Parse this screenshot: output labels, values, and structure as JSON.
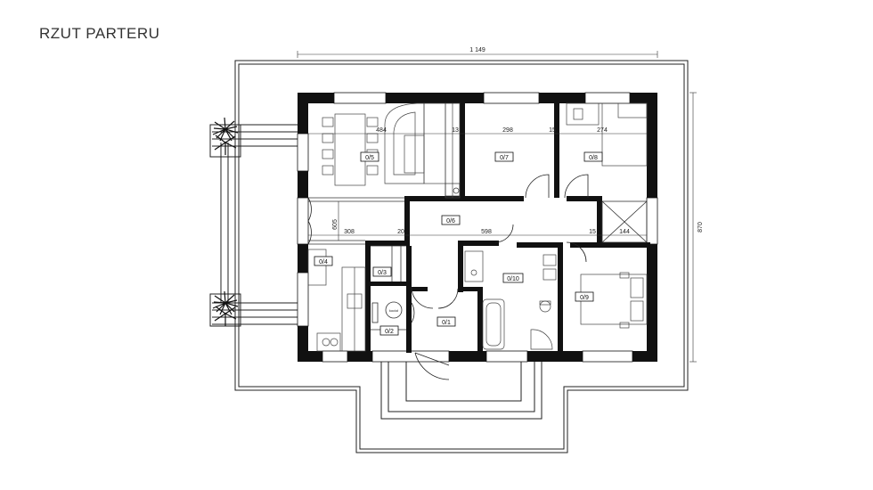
{
  "title": "RZUT PARTERU",
  "dimensions": {
    "overall_width": "1 149",
    "overall_height": "870",
    "d_484": "484",
    "d_13": "13",
    "d_298": "298",
    "d_15a": "15",
    "d_274": "274",
    "d_308": "308",
    "d_20": "20",
    "d_598": "598",
    "d_15b": "15",
    "d_144": "144",
    "d_605": "605"
  },
  "rooms": {
    "r01": "0/1",
    "r02": "0/2",
    "r03": "0/3",
    "r04": "0/4",
    "r05": "0/5",
    "r06": "0/6",
    "r07": "0/7",
    "r08": "0/8",
    "r09": "0/9",
    "r10": "0/10"
  },
  "boiler_label": "kocioł"
}
